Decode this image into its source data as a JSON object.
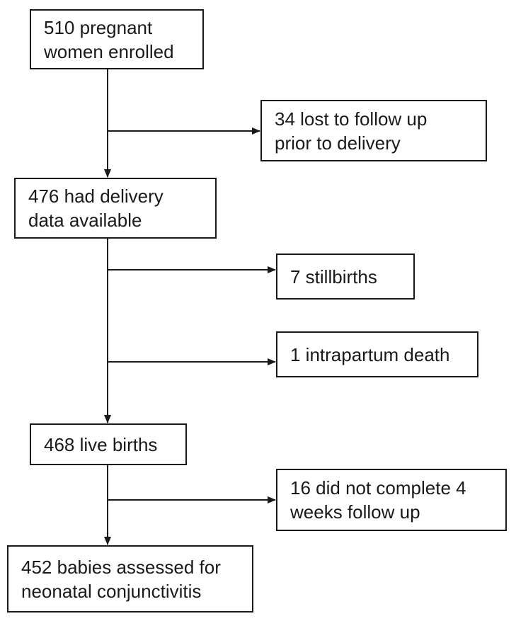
{
  "flowchart": {
    "enrolled": {
      "line1": "510 pregnant",
      "line2": "women enrolled"
    },
    "lost_before_delivery": {
      "line1": "34 lost to follow up",
      "line2": "prior to delivery"
    },
    "delivery_data": {
      "line1": "476 had delivery",
      "line2": "data available"
    },
    "stillbirths": {
      "line1": "7 stillbirths"
    },
    "intrapartum_death": {
      "line1": "1 intrapartum death"
    },
    "live_births": {
      "line1": "468 live births"
    },
    "incomplete_followup": {
      "line1": "16 did not complete 4",
      "line2": "weeks follow up"
    },
    "assessed": {
      "line1": "452 babies assessed for",
      "line2": "neonatal conjunctivitis"
    }
  },
  "colors": {
    "line": "#1a1a1a",
    "background": "#ffffff"
  }
}
